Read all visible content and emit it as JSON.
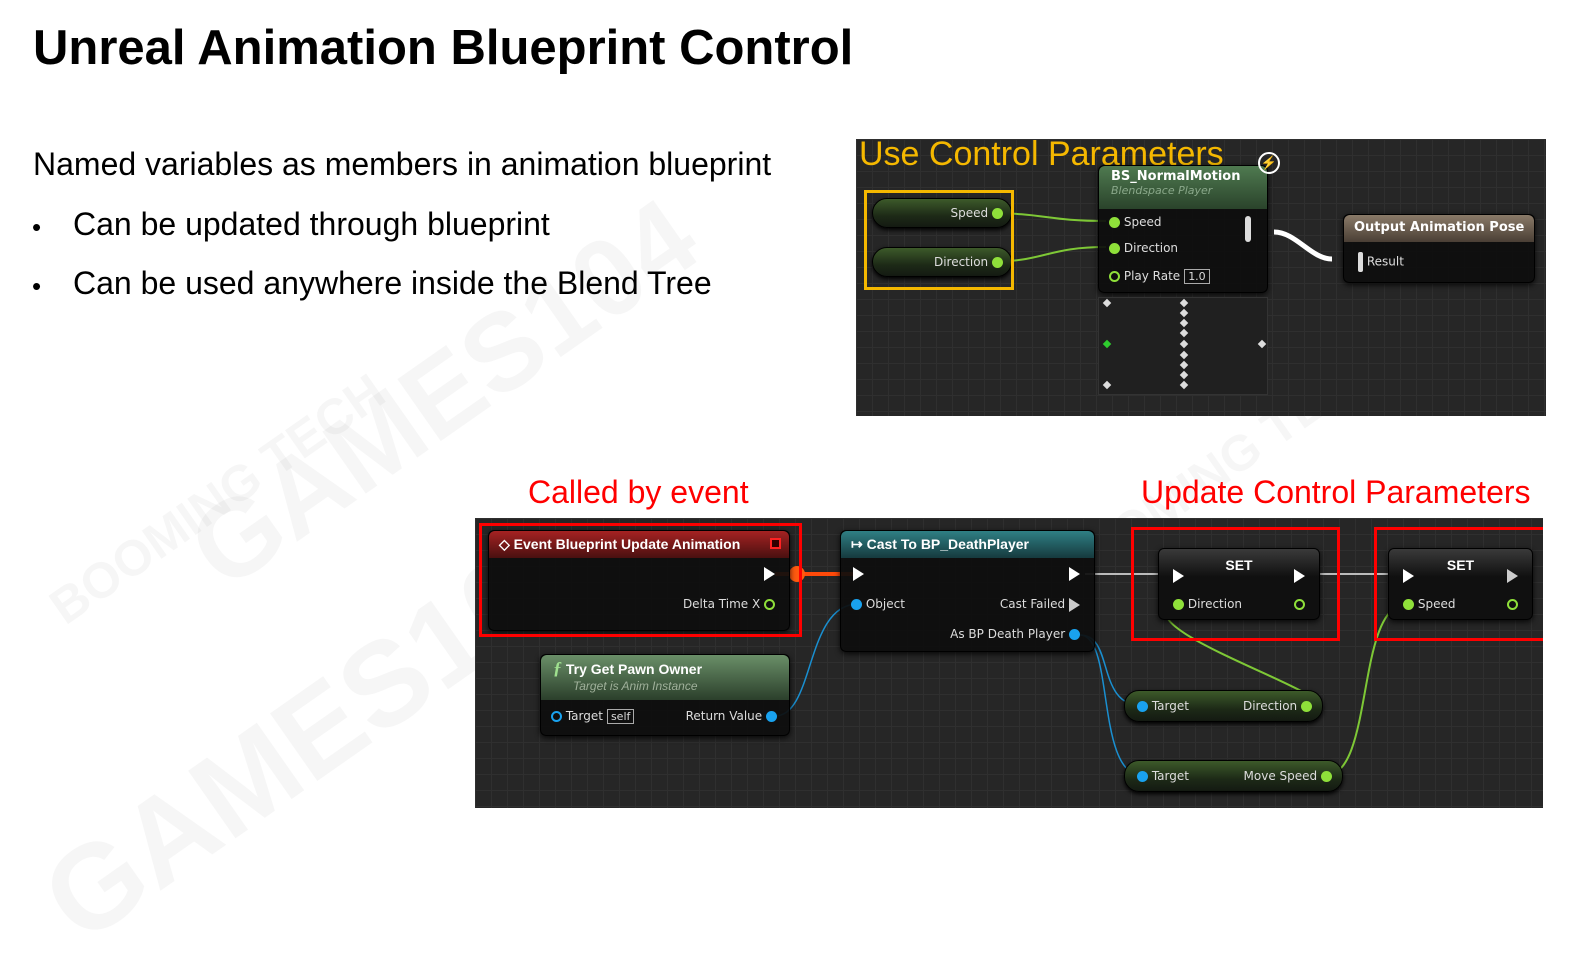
{
  "slide": {
    "title": "Unreal Animation Blueprint Control",
    "intro": "Named variables as members in animation blueprint",
    "bullets": [
      "Can be updated through blueprint",
      "Can be used anywhere inside the Blend Tree"
    ],
    "bullet_glyph": "•",
    "watermarks": [
      "GAMES104",
      "BOOMING TECH"
    ]
  },
  "top_panel": {
    "caption": "Use Control Parameters",
    "caption_color": "#f5b800",
    "variables": [
      "Speed",
      "Direction"
    ],
    "blendspace_node": {
      "title": "BS_NormalMotion",
      "subtitle": "Blendspace Player",
      "inputs": [
        "Speed",
        "Direction",
        "Play Rate"
      ],
      "play_rate_value": "1.0"
    },
    "output_node": {
      "title": "Output Animation Pose",
      "input": "Result"
    }
  },
  "bottom_panel": {
    "caption_left": "Called by event",
    "caption_right": "Update Control Parameters",
    "event_node": {
      "title": "Event Blueprint Update Animation",
      "output": "Delta Time X"
    },
    "pawn_node": {
      "title": "Try Get Pawn Owner",
      "subtitle": "Target is Anim Instance",
      "input": "Target",
      "input_value": "self",
      "output": "Return Value",
      "icon": "ƒ"
    },
    "cast_node": {
      "title": "Cast To BP_DeathPlayer",
      "input": "Object",
      "outputs": [
        "Cast Failed",
        "As BP Death Player"
      ],
      "icon": "↦"
    },
    "set_nodes": [
      {
        "title": "SET",
        "pin": "Direction"
      },
      {
        "title": "SET",
        "pin": "Speed"
      }
    ],
    "getter_nodes": [
      {
        "input": "Target",
        "output": "Direction"
      },
      {
        "input": "Target",
        "output": "Move Speed"
      }
    ]
  }
}
